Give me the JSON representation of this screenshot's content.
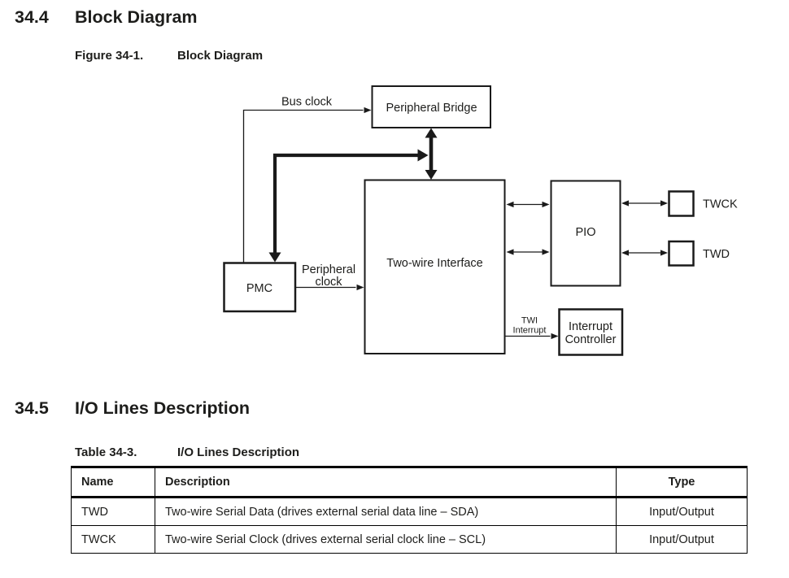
{
  "sections": {
    "s1": {
      "number": "34.4",
      "title": "Block Diagram"
    },
    "s2": {
      "number": "34.5",
      "title": "I/O Lines Description"
    }
  },
  "figure_caption": {
    "label": "Figure 34-1.",
    "title": "Block Diagram"
  },
  "table_caption": {
    "label": "Table 34-3.",
    "title": "I/O Lines Description"
  },
  "diagram": {
    "blocks": {
      "peripheral_bridge": "Peripheral Bridge",
      "twi": "Two-wire Interface",
      "pio": "PIO",
      "pmc": "PMC",
      "interrupt_controller_line1": "Interrupt",
      "interrupt_controller_line2": "Controller"
    },
    "labels": {
      "bus_clock": "Bus clock",
      "peripheral_clock_line1": "Peripheral",
      "peripheral_clock_line2": "clock",
      "twi_interrupt_line1": "TWI",
      "twi_interrupt_line2": "Interrupt",
      "pin_twck": "TWCK",
      "pin_twd": "TWD"
    }
  },
  "table": {
    "headers": [
      "Name",
      "Description",
      "Type"
    ],
    "rows": [
      {
        "name": "TWD",
        "description": "Two-wire Serial Data (drives external serial data line – SDA)",
        "type": "Input/Output"
      },
      {
        "name": "TWCK",
        "description": "Two-wire Serial Clock (drives external serial clock line – SCL)",
        "type": "Input/Output"
      }
    ]
  },
  "colors": {
    "text": "#1d1d1b",
    "line": "#1a1a1a",
    "background": "#ffffff"
  }
}
